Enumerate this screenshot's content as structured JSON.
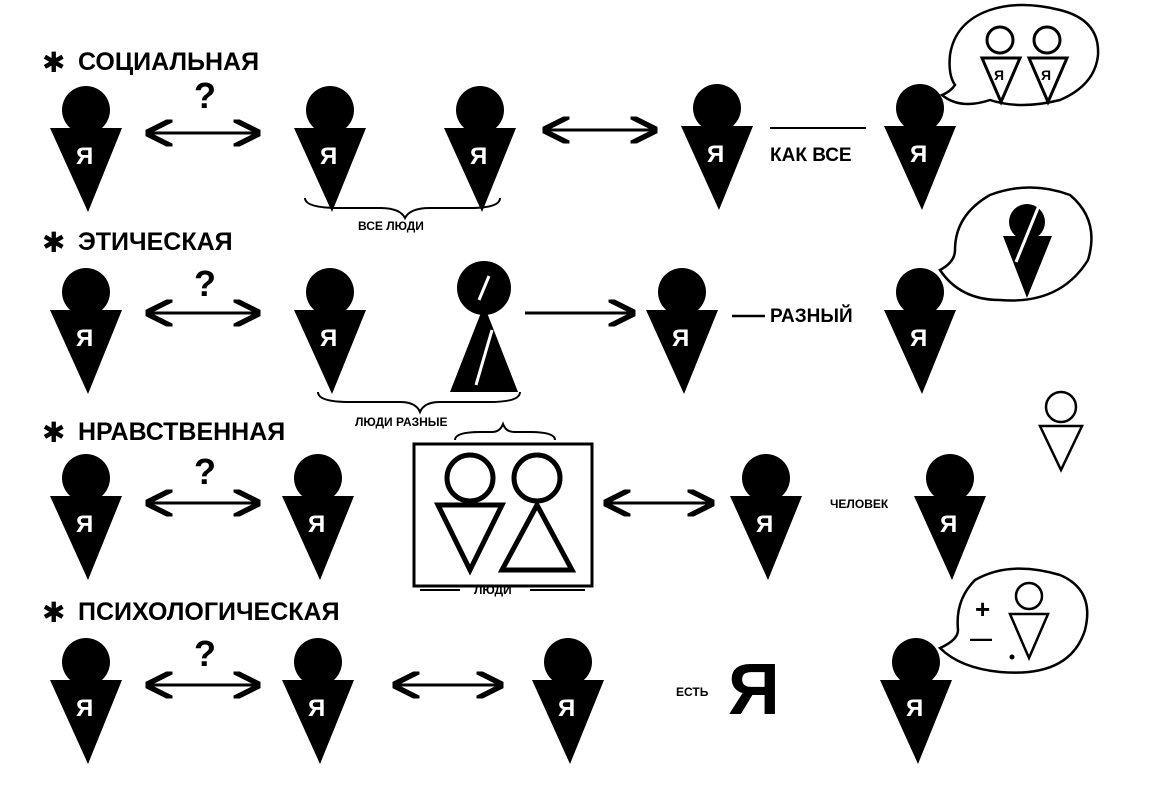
{
  "sections": [
    {
      "id": "social",
      "title": "СОЦИАЛЬНАЯ",
      "question": "?",
      "result_label": "КАК ВСЕ",
      "brace_label": "ВСЕ ЛЮДИ"
    },
    {
      "id": "ethical",
      "title": "ЭТИЧЕСКАЯ",
      "question": "?",
      "result_label": "РАЗНЫЙ",
      "brace_label": "ЛЮДИ РАЗНЫЕ"
    },
    {
      "id": "moral",
      "title": "НРАВСТВЕННАЯ",
      "question": "?",
      "result_label": "ЧЕЛОВЕК",
      "box_label": "ЛЮДИ"
    },
    {
      "id": "psychological",
      "title": "ПСИХОЛОГИЧЕСКАЯ",
      "question": "?",
      "result_label": "ЕСТЬ",
      "big_letter": "Я"
    }
  ],
  "figure_letter": "Я",
  "bubble_plus": "+",
  "bubble_minus": "—",
  "colors": {
    "ink": "#000000",
    "paper": "#ffffff"
  }
}
